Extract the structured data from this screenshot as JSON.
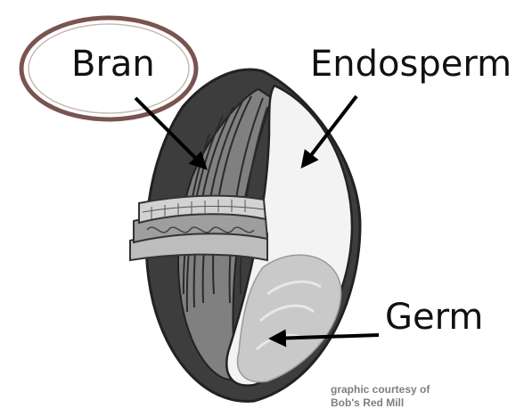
{
  "labels": {
    "bran": "Bran",
    "endosperm": "Endosperm",
    "germ": "Germ"
  },
  "credit": {
    "line1": "graphic courtesy of",
    "line2": "Bob's Red Mill"
  },
  "colors": {
    "highlight_ring": "#7a5450",
    "grain_outline": "#333333",
    "bran_layer": "#7d7d7d",
    "endosperm": "#f2f2f2",
    "germ": "#c8c8c8"
  }
}
